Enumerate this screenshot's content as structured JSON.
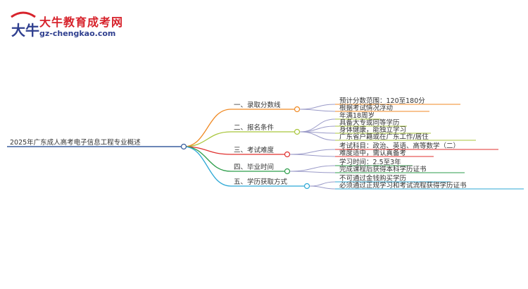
{
  "brand": {
    "name": "大牛教育成考网",
    "url": "gz-chengkao.com",
    "logo_text": "大牛"
  },
  "root": "2025年广东成人高考电子信息工程专业概述",
  "branches": [
    {
      "label": "一、录取分数线",
      "color": "#f08a24",
      "items": [
        "预计分数范围：120至180分",
        "根据考试情况浮动"
      ]
    },
    {
      "label": "二、报名条件",
      "color": "#a9c63c",
      "items": [
        "年满18周岁",
        "具备大专或同等学历",
        "身体健康，能独立学习",
        "广东省户籍或在广东工作/居住"
      ]
    },
    {
      "label": "三、考试难度",
      "color": "#e0312f",
      "items": [
        "考试科目：政治、英语、高等数学（二）",
        "难度适中，需认真备考"
      ]
    },
    {
      "label": "四、毕业时间",
      "color": "#2e9e4b",
      "items": [
        "学习时间：2.5至3年",
        "完成课程后获得本科学历证书"
      ]
    },
    {
      "label": "五、学历获取方式",
      "color": "#2ea9d6",
      "items": [
        "不可通过金钱购买学历",
        "必须通过正规学习和考试流程获得学历证书"
      ]
    }
  ],
  "colors": {
    "root_line": "#3a5f9f",
    "item_line": "#9a9ac8",
    "node_fill": "#ffffff"
  }
}
